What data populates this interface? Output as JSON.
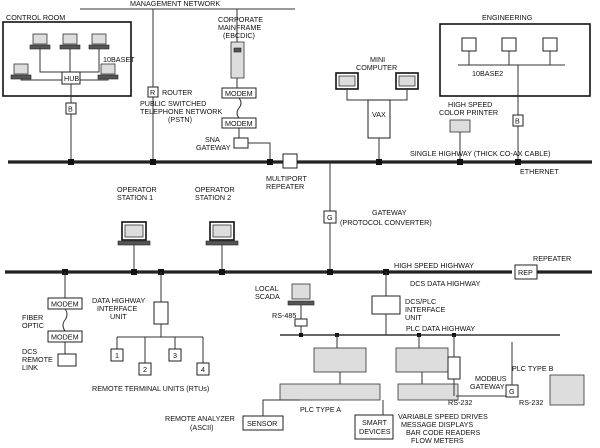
{
  "labels": {
    "management_network": "MANAGEMENT NETWORK",
    "control_room": "CONTROL ROOM",
    "tenbaset": "10BASET",
    "hub": "HUB",
    "router": "ROUTER",
    "router_badge": "R",
    "pstn_1": "PUBLIC SWITCHED",
    "pstn_2": "TELEPHONE NETWORK",
    "pstn_3": "(PSTN)",
    "bridge_badge": "B",
    "mainframe_1": "CORPORATE",
    "mainframe_2": "MAINFRAME",
    "mainframe_3": "(EBCDIC)",
    "modem": "MODEM",
    "sna_1": "SNA",
    "sna_2": "GATEWAY",
    "mini_1": "MINI",
    "mini_2": "COMPUTER",
    "vax": "VAX",
    "engineering": "ENGINEERING",
    "tenbase2": "10BASE2",
    "printer_1": "HIGH SPEED",
    "printer_2": "COLOR PRINTER",
    "single_highway": "SINGLE HIGHWAY (THICK CO-AX CABLE)",
    "ethernet": "ETHERNET",
    "multiport_1": "MULTIPORT",
    "multiport_2": "REPEATER",
    "operator1_1": "OPERATOR",
    "operator1_2": "STATION 1",
    "operator2_1": "OPERATOR",
    "operator2_2": "STATION 2",
    "gateway_badge": "G",
    "gateway_1": "GATEWAY",
    "gateway_2": "(PROTOCOL CONVERTER)",
    "repeater": "REPEATER",
    "rep": "REP",
    "high_speed_highway": "HIGH SPEED HIGHWAY",
    "fiber_1": "FIBER",
    "fiber_2": "OPTIC",
    "dcs_remote_1": "DCS",
    "dcs_remote_2": "REMOTE",
    "dcs_remote_3": "LINK",
    "dhiu_1": "DATA HIGHWAY",
    "dhiu_2": "INTERFACE",
    "dhiu_3": "UNIT",
    "rtu_label": "REMOTE TERMINAL UNITS (RTUs)",
    "rtu_1": "1",
    "rtu_2": "2",
    "rtu_3": "3",
    "rtu_4": "4",
    "local_scada_1": "LOCAL",
    "local_scada_2": "SCADA",
    "rs485": "RS-485",
    "dcs_data_highway": "DCS DATA HIGHWAY",
    "dcsplc_1": "DCS/PLC",
    "dcsplc_2": "INTERFACE",
    "dcsplc_3": "UNIT",
    "plc_data_highway": "PLC DATA HIGHWAY",
    "modbus_1": "MODBUS",
    "modbus_2": "GATEWAY",
    "rs232_a": "RS-232",
    "rs232_b": "RS-232",
    "plc_type_b": "PLC TYPE B",
    "plc_type_a": "PLC TYPE A",
    "analyzer_1": "REMOTE ANALYZER",
    "analyzer_2": "(ASCII)",
    "sensor": "SENSOR",
    "smart_1": "SMART",
    "smart_2": "DEVICES",
    "vsd_1": "VARIABLE SPEED DRIVES",
    "vsd_2": "MESSAGE DISPLAYS",
    "vsd_3": "BAR CODE READERS",
    "vsd_4": "FLOW METERS"
  }
}
